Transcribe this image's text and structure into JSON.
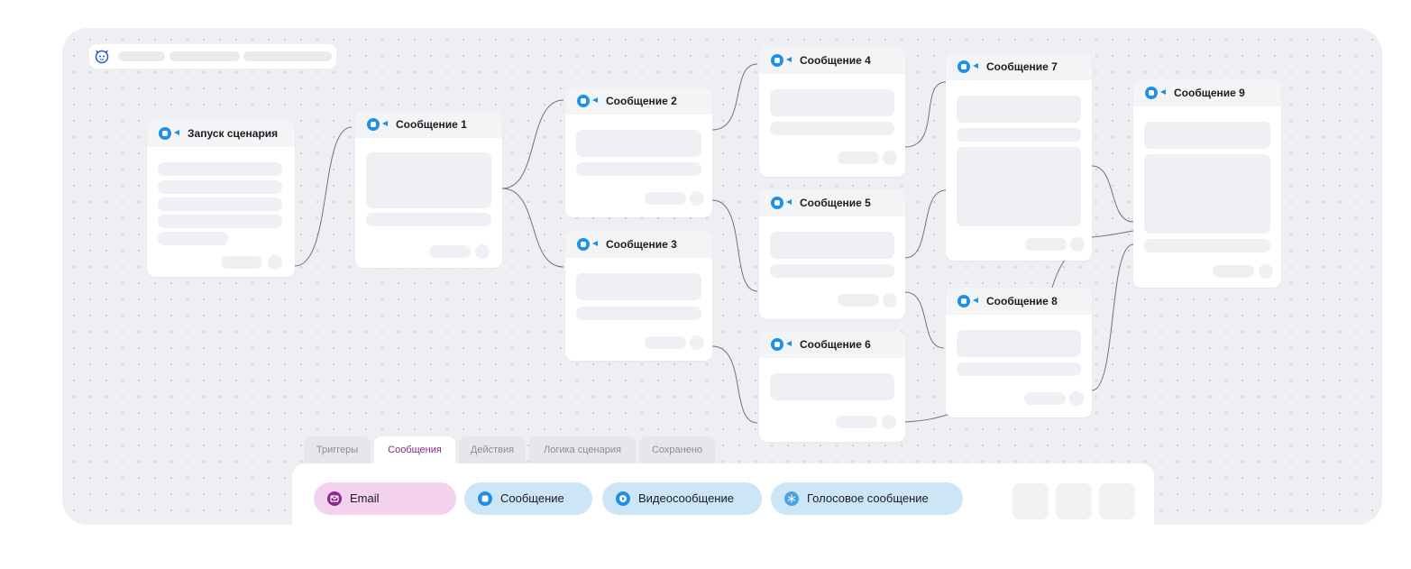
{
  "canvas": {
    "background": "#eeeff3"
  },
  "nodes": {
    "start": {
      "title": "Запуск сценария"
    },
    "m1": {
      "title": "Сообщение 1"
    },
    "m2": {
      "title": "Сообщение 2"
    },
    "m3": {
      "title": "Сообщение 3"
    },
    "m4": {
      "title": "Сообщение 4"
    },
    "m5": {
      "title": "Сообщение 5"
    },
    "m6": {
      "title": "Сообщение 6"
    },
    "m7": {
      "title": "Сообщение 7"
    },
    "m8": {
      "title": "Сообщение 8"
    },
    "m9": {
      "title": "Сообщение 9"
    }
  },
  "tabs": [
    {
      "label": "Триггеры"
    },
    {
      "label": "Сообщения",
      "active": true
    },
    {
      "label": "Действия"
    },
    {
      "label": "Логика сценария"
    },
    {
      "label": "Сохранено"
    }
  ],
  "palette": [
    {
      "label": "Email",
      "icon": "mail-icon",
      "bg": "#f3d1ef",
      "icon_color": "#8b2a8e"
    },
    {
      "label": "Сообщение",
      "icon": "chat-icon",
      "bg": "#cde6f6",
      "icon_color": "#1e90e8"
    },
    {
      "label": "Видеосообщение",
      "icon": "play-icon",
      "bg": "#cde6f6",
      "icon_color": "#1e90e8"
    },
    {
      "label": "Голосовое сообщение",
      "icon": "snowflake-icon",
      "bg": "#cde6f6",
      "icon_color": "#4aa3e0"
    }
  ],
  "colors": {
    "accent": "#1e90e8",
    "active_tab": "#8b2a8e"
  }
}
